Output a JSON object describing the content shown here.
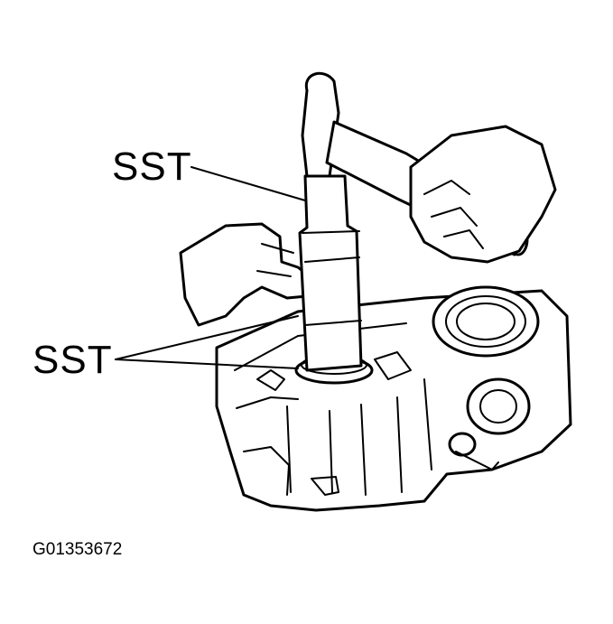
{
  "labels": {
    "sst_upper": "SST",
    "sst_lower": "SST",
    "figure_code": "G01353672"
  },
  "colors": {
    "ink": "#000000",
    "background": "#ffffff"
  }
}
